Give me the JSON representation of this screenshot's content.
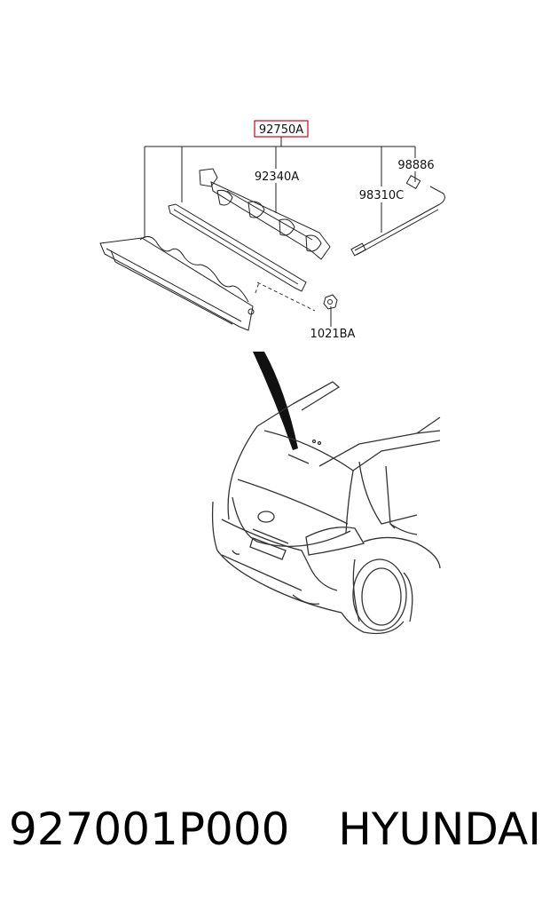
{
  "diagram": {
    "callouts": {
      "assembly": "92750A",
      "bulb_holder": "92340A",
      "connector": "98886",
      "hose": "98310C",
      "nut": "1021BA"
    },
    "assembly_highlight_color": "#d0021b"
  },
  "caption": {
    "part_number": "927001P000",
    "brand": "HYUNDAI"
  }
}
